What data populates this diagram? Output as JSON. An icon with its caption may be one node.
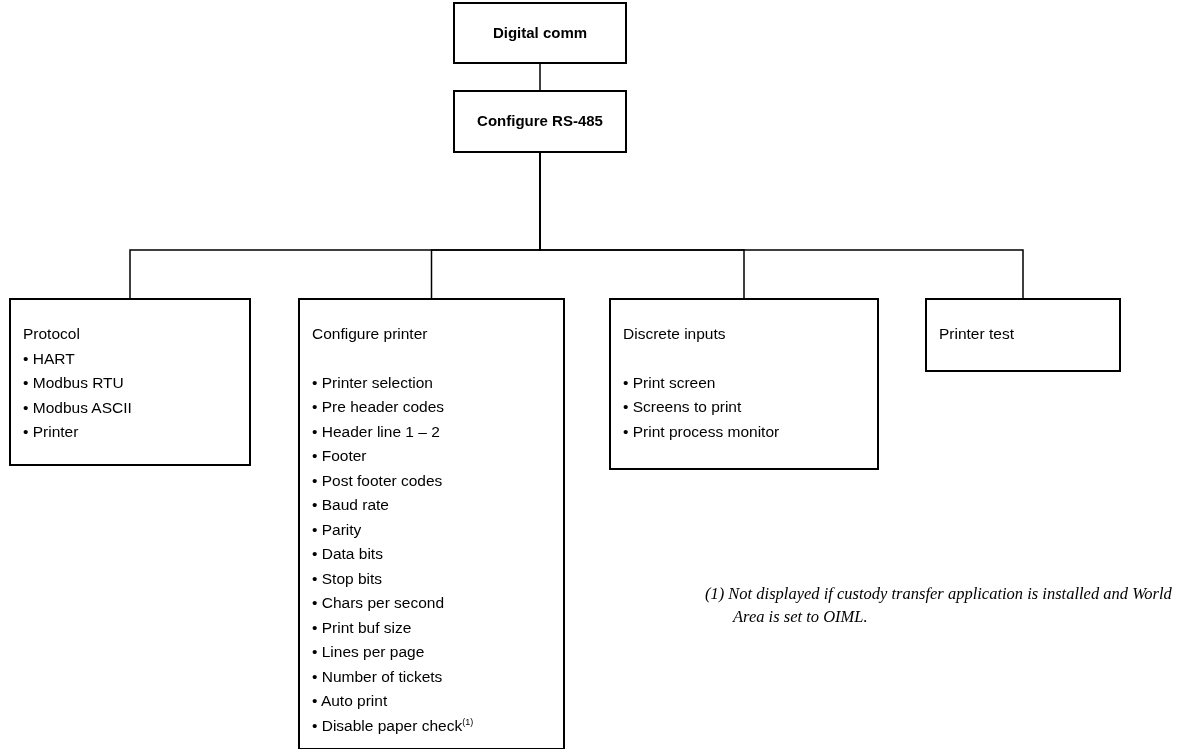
{
  "diagram": {
    "nodes": [
      {
        "text": [
          "Digital comm"
        ]
      },
      {
        "text": [
          "Configure RS-485"
        ]
      },
      {
        "text": [
          "Protocol",
          "• HART",
          "• Modbus RTU",
          "• Modbus ASCII",
          "• Printer"
        ]
      },
      {
        "text": [
          "Configure printer",
          "• Printer selection",
          "• Pre header codes",
          "• Header line 1 – 2",
          "• Footer",
          "• Post footer codes",
          "• Baud rate",
          "• Parity",
          "• Data bits",
          "• Stop bits",
          "• Chars per second",
          "• Print buf size",
          "• Lines per page",
          "• Number of tickets",
          "• Auto print",
          "• Disable paper check$^{(1)}$"
        ]
      },
      {
        "text": [
          "Discrete inputs",
          "• Print screen",
          "• Screens to print",
          "• Print process monitor"
        ]
      },
      {
        "text": [
          "Printer test"
        ]
      }
    ],
    "edges": [
      {
        "from": 0,
        "to": 1,
        "arrow": "none"
      },
      {
        "from": 1,
        "to": 2,
        "arrow": "none"
      },
      {
        "from": 1,
        "to": 3,
        "arrow": "none"
      },
      {
        "from": 1,
        "to": 4,
        "arrow": "none"
      },
      {
        "from": 1,
        "to": 5,
        "arrow": "none"
      }
    ],
    "labels": [
      "(1) Not displayed if custody transfer application is installed and World Area is set to OIML."
    ]
  }
}
